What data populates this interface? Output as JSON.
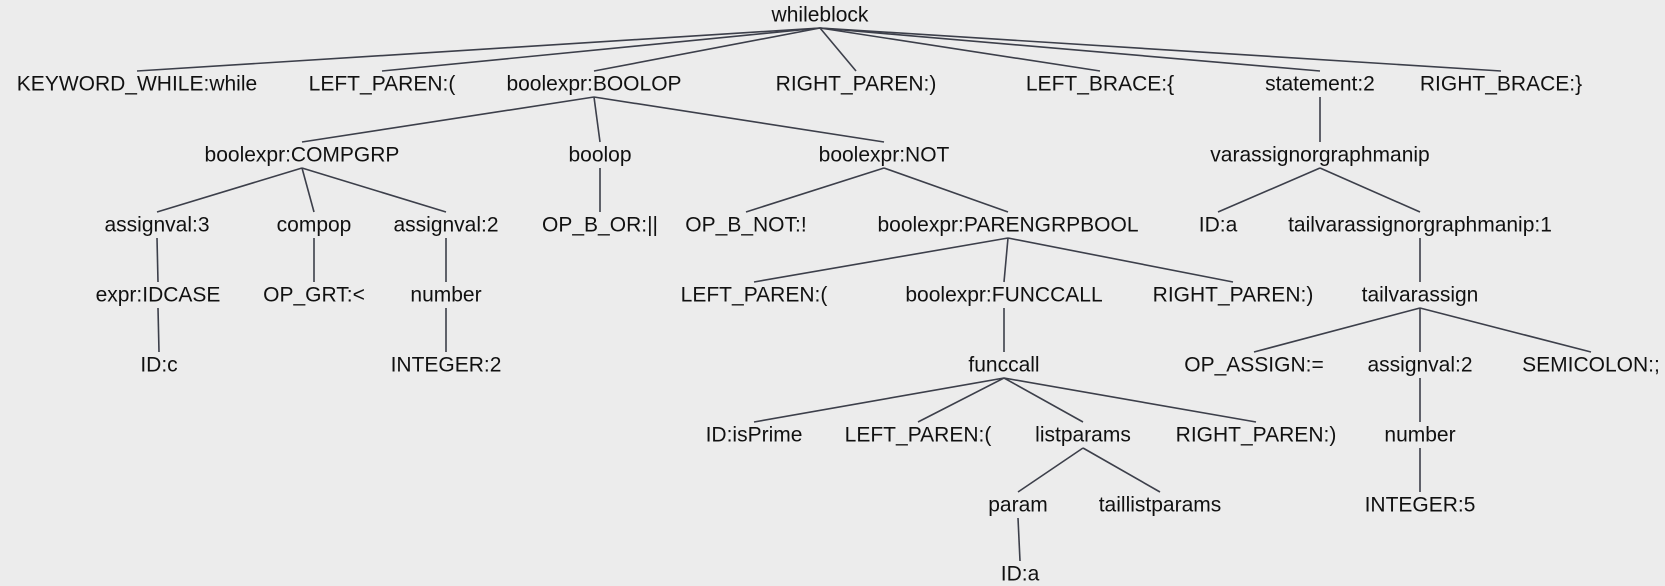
{
  "tree": {
    "nodes": [
      {
        "id": "n0",
        "label": "whileblock"
      },
      {
        "id": "n1",
        "label": "KEYWORD_WHILE:while"
      },
      {
        "id": "n2",
        "label": "LEFT_PAREN:("
      },
      {
        "id": "n3",
        "label": "boolexpr:BOOLOP"
      },
      {
        "id": "n4",
        "label": "RIGHT_PAREN:)"
      },
      {
        "id": "n5",
        "label": "LEFT_BRACE:{"
      },
      {
        "id": "n6",
        "label": "statement:2"
      },
      {
        "id": "n7",
        "label": "RIGHT_BRACE:}"
      },
      {
        "id": "n8",
        "label": "boolexpr:COMPGRP"
      },
      {
        "id": "n9",
        "label": "boolop"
      },
      {
        "id": "n10",
        "label": "boolexpr:NOT"
      },
      {
        "id": "n11",
        "label": "varassignorgraphmanip"
      },
      {
        "id": "n12",
        "label": "assignval:3"
      },
      {
        "id": "n13",
        "label": "compop"
      },
      {
        "id": "n14",
        "label": "assignval:2"
      },
      {
        "id": "n15",
        "label": "OP_B_OR:||"
      },
      {
        "id": "n16",
        "label": "OP_B_NOT:!"
      },
      {
        "id": "n17",
        "label": "boolexpr:PARENGRPBOOL"
      },
      {
        "id": "n18",
        "label": "ID:a"
      },
      {
        "id": "n19",
        "label": "tailvarassignorgraphmanip:1"
      },
      {
        "id": "n20",
        "label": "expr:IDCASE"
      },
      {
        "id": "n21",
        "label": "OP_GRT:<"
      },
      {
        "id": "n22",
        "label": "number"
      },
      {
        "id": "n23",
        "label": "LEFT_PAREN:("
      },
      {
        "id": "n24",
        "label": "boolexpr:FUNCCALL"
      },
      {
        "id": "n25",
        "label": "RIGHT_PAREN:)"
      },
      {
        "id": "n26",
        "label": "tailvarassign"
      },
      {
        "id": "n27",
        "label": "ID:c"
      },
      {
        "id": "n28",
        "label": "INTEGER:2"
      },
      {
        "id": "n29",
        "label": "funccall"
      },
      {
        "id": "n30",
        "label": "OP_ASSIGN:="
      },
      {
        "id": "n31",
        "label": "assignval:2"
      },
      {
        "id": "n32",
        "label": "SEMICOLON:;"
      },
      {
        "id": "n33",
        "label": "ID:isPrime"
      },
      {
        "id": "n34",
        "label": "LEFT_PAREN:("
      },
      {
        "id": "n35",
        "label": "listparams"
      },
      {
        "id": "n36",
        "label": "RIGHT_PAREN:)"
      },
      {
        "id": "n37",
        "label": "number"
      },
      {
        "id": "n38",
        "label": "param"
      },
      {
        "id": "n39",
        "label": "taillistparams"
      },
      {
        "id": "n40",
        "label": "INTEGER:5"
      },
      {
        "id": "n41",
        "label": "ID:a"
      }
    ],
    "edges": [
      [
        "n0",
        "n1"
      ],
      [
        "n0",
        "n2"
      ],
      [
        "n0",
        "n3"
      ],
      [
        "n0",
        "n4"
      ],
      [
        "n0",
        "n5"
      ],
      [
        "n0",
        "n6"
      ],
      [
        "n0",
        "n7"
      ],
      [
        "n3",
        "n8"
      ],
      [
        "n3",
        "n9"
      ],
      [
        "n3",
        "n10"
      ],
      [
        "n6",
        "n11"
      ],
      [
        "n8",
        "n12"
      ],
      [
        "n8",
        "n13"
      ],
      [
        "n8",
        "n14"
      ],
      [
        "n9",
        "n15"
      ],
      [
        "n10",
        "n16"
      ],
      [
        "n10",
        "n17"
      ],
      [
        "n11",
        "n18"
      ],
      [
        "n11",
        "n19"
      ],
      [
        "n12",
        "n20"
      ],
      [
        "n13",
        "n21"
      ],
      [
        "n14",
        "n22"
      ],
      [
        "n17",
        "n23"
      ],
      [
        "n17",
        "n24"
      ],
      [
        "n17",
        "n25"
      ],
      [
        "n19",
        "n26"
      ],
      [
        "n20",
        "n27"
      ],
      [
        "n22",
        "n28"
      ],
      [
        "n24",
        "n29"
      ],
      [
        "n26",
        "n30"
      ],
      [
        "n26",
        "n31"
      ],
      [
        "n26",
        "n32"
      ],
      [
        "n29",
        "n33"
      ],
      [
        "n29",
        "n34"
      ],
      [
        "n29",
        "n35"
      ],
      [
        "n29",
        "n36"
      ],
      [
        "n31",
        "n37"
      ],
      [
        "n35",
        "n38"
      ],
      [
        "n35",
        "n39"
      ],
      [
        "n37",
        "n40"
      ],
      [
        "n38",
        "n41"
      ]
    ]
  }
}
